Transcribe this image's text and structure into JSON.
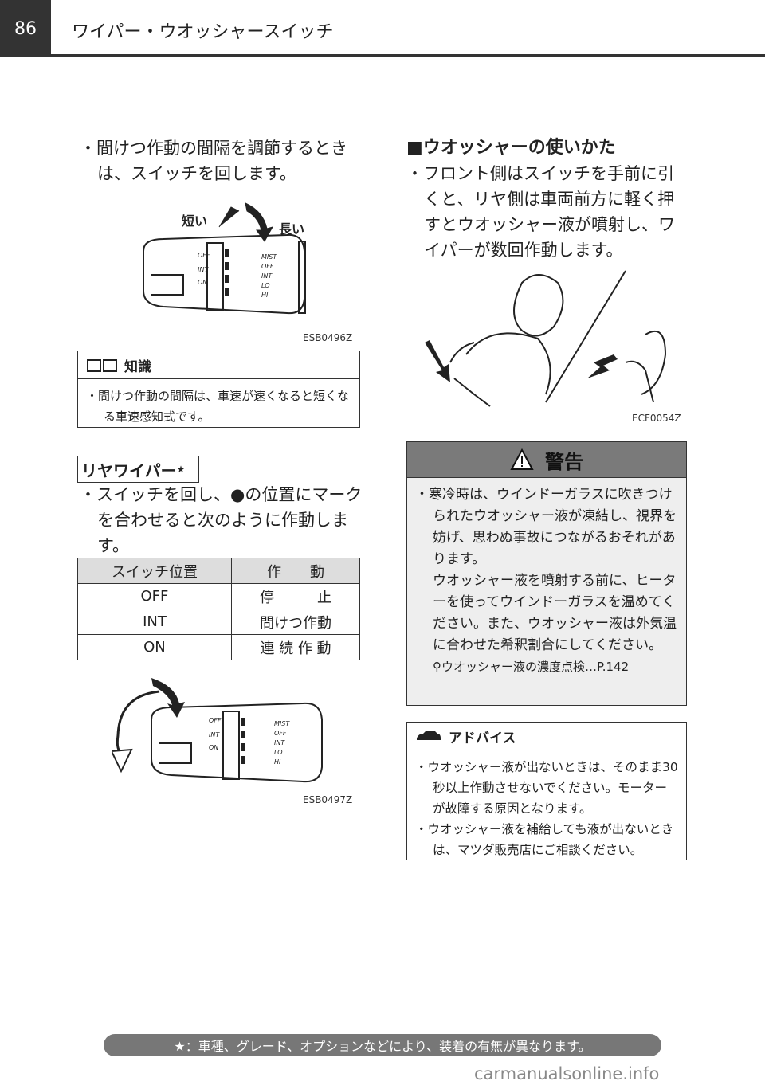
{
  "header": {
    "page_number": "86",
    "title": "ワイパー・ウオッシャースイッチ"
  },
  "left_col": {
    "intro_bullet": "・間けつ作動の間隔を調節するときは、スイッチを回します。",
    "fig1": {
      "label_short": "短い",
      "label_long": "長い",
      "switch_labels": [
        "OFF",
        "INT",
        "ON",
        "MIST",
        "OFF",
        "INT",
        "LO",
        "HI"
      ],
      "code": "ESB0496Z"
    },
    "knowledge": {
      "title": "知識",
      "text": "・間けつ作動の間隔は、車速が速くなると短くなる車速感知式です。"
    },
    "rear": {
      "title": "リヤワイパー",
      "star": "★",
      "text": "・スイッチを回し、●の位置にマークを合わせると次のように作動します。"
    },
    "table": {
      "headers": [
        "スイッチ位置",
        "作　　動"
      ],
      "rows": [
        [
          "OFF",
          "停　　　止"
        ],
        [
          "INT",
          "間けつ作動"
        ],
        [
          "ON",
          "連 続 作 動"
        ]
      ]
    },
    "fig2": {
      "switch_labels": [
        "OFF",
        "INT",
        "ON",
        "MIST",
        "OFF",
        "INT",
        "LO",
        "HI"
      ],
      "code": "ESB0497Z"
    }
  },
  "right_col": {
    "washer_title": "■ウオッシャーの使いかた",
    "washer_text": "・フロント側はスイッチを手前に引くと、リヤ側は車両前方に軽く押すとウオッシャー液が噴射し、ワイパーが数回作動します。",
    "fig3_code": "ECF0054Z",
    "warning": {
      "title": "警告",
      "text1": "・寒冷時は、ウインドーガラスに吹きつけられたウオッシャー液が凍結し、視界を妨げ、思わぬ事故につながるおそれがあります。",
      "text2": "ウオッシャー液を噴射する前に、ヒーターを使ってウインドーガラスを温めてください。また、ウオッシャー液は外気温に合わせた希釈割合にしてください。",
      "ref": "ウオッシャー液の濃度点検…P.142"
    },
    "advice": {
      "title": "アドバイス",
      "text1": "・ウオッシャー液が出ないときは、そのまま30秒以上作動させないでください。モーターが故障する原因となります。",
      "text2": "・ウオッシャー液を補給しても液が出ないときは、マツダ販売店にご相談ください。"
    }
  },
  "footer": {
    "note": "★：車種、グレード、オプションなどにより、装着の有無が異なります。"
  },
  "watermark": "carmanualsonline.info"
}
